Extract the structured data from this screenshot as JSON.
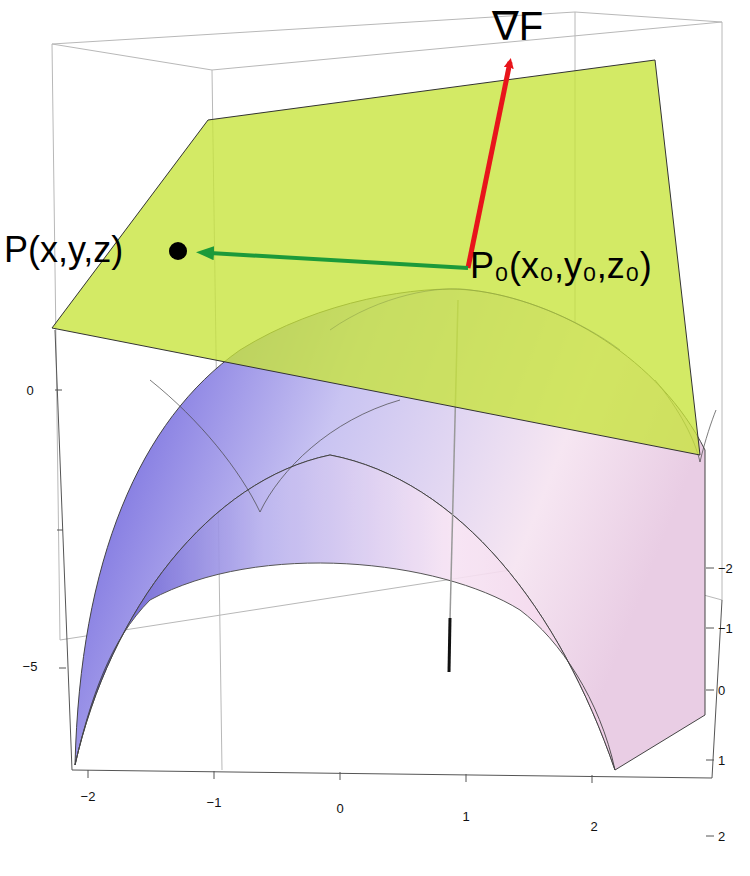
{
  "diagram": {
    "labels": [
      "∇F",
      "P(x,y,z)",
      "P₀(x₀,y₀,z₀)",
      "0",
      "−5",
      "−2",
      "−1",
      "0",
      "1",
      "2",
      "−2",
      "−1",
      "0",
      "1",
      "2"
    ]
  }
}
